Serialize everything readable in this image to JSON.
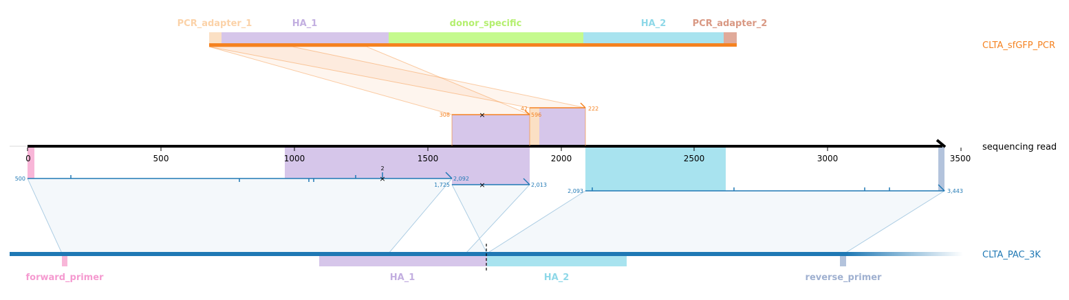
{
  "colors": {
    "pcr_track": "#f58220",
    "ref_track": "#1f78b4",
    "read_axis": "#000000",
    "pcr_adapter_1": "#fbe0c4",
    "ha_1": "#d6c6ea",
    "donor_specific": "#c5fa8e",
    "ha_2": "#a8e3ef",
    "pcr_adapter_2": "#e0aa9a",
    "forward_primer": "#f8b6d8",
    "reverse_primer": "#b3c3dc",
    "label_pcr_adapter_1": "#fbd2a8",
    "label_ha_1": "#c2aee0",
    "label_donor_specific": "#b4ef6e",
    "label_ha_2": "#8ed8e8",
    "label_pcr_adapter_2": "#d99883",
    "label_forward_primer": "#f59ad0",
    "label_reverse_primer": "#9fb0d0"
  },
  "pcr_reference": {
    "name": "CLTA_sfGFP_PCR",
    "features": [
      {
        "id": "pcr_adapter_1",
        "label": "PCR_adapter_1"
      },
      {
        "id": "ha_1",
        "label": "HA_1"
      },
      {
        "id": "donor_specific",
        "label": "donor_specific"
      },
      {
        "id": "ha_2",
        "label": "HA_2"
      },
      {
        "id": "pcr_adapter_2",
        "label": "PCR_adapter_2"
      }
    ]
  },
  "read": {
    "name": "sequencing read",
    "ticks": [
      "0",
      "500",
      "1000",
      "1500",
      "2000",
      "2500",
      "3000",
      "3500"
    ]
  },
  "genome_reference": {
    "name": "CLTA_PAC_3K",
    "features": [
      {
        "id": "forward_primer",
        "label": "forward_primer"
      },
      {
        "id": "ha_1",
        "label": "HA_1"
      },
      {
        "id": "ha_2",
        "label": "HA_2"
      },
      {
        "id": "reverse_primer",
        "label": "reverse_primer"
      }
    ]
  },
  "alignment_numbers": {
    "pcr_a1_start": "308",
    "pcr_a1_end": "596",
    "pcr_a2_start": "42",
    "pcr_a2_end": "222",
    "ref_a1_start": "500",
    "ref_a1_end": "2,092",
    "ref_a2_start": "1,725",
    "ref_a2_end": "2,013",
    "ref_a3_start": "2,093",
    "ref_a3_end": "3,443",
    "indel_count": "2"
  }
}
